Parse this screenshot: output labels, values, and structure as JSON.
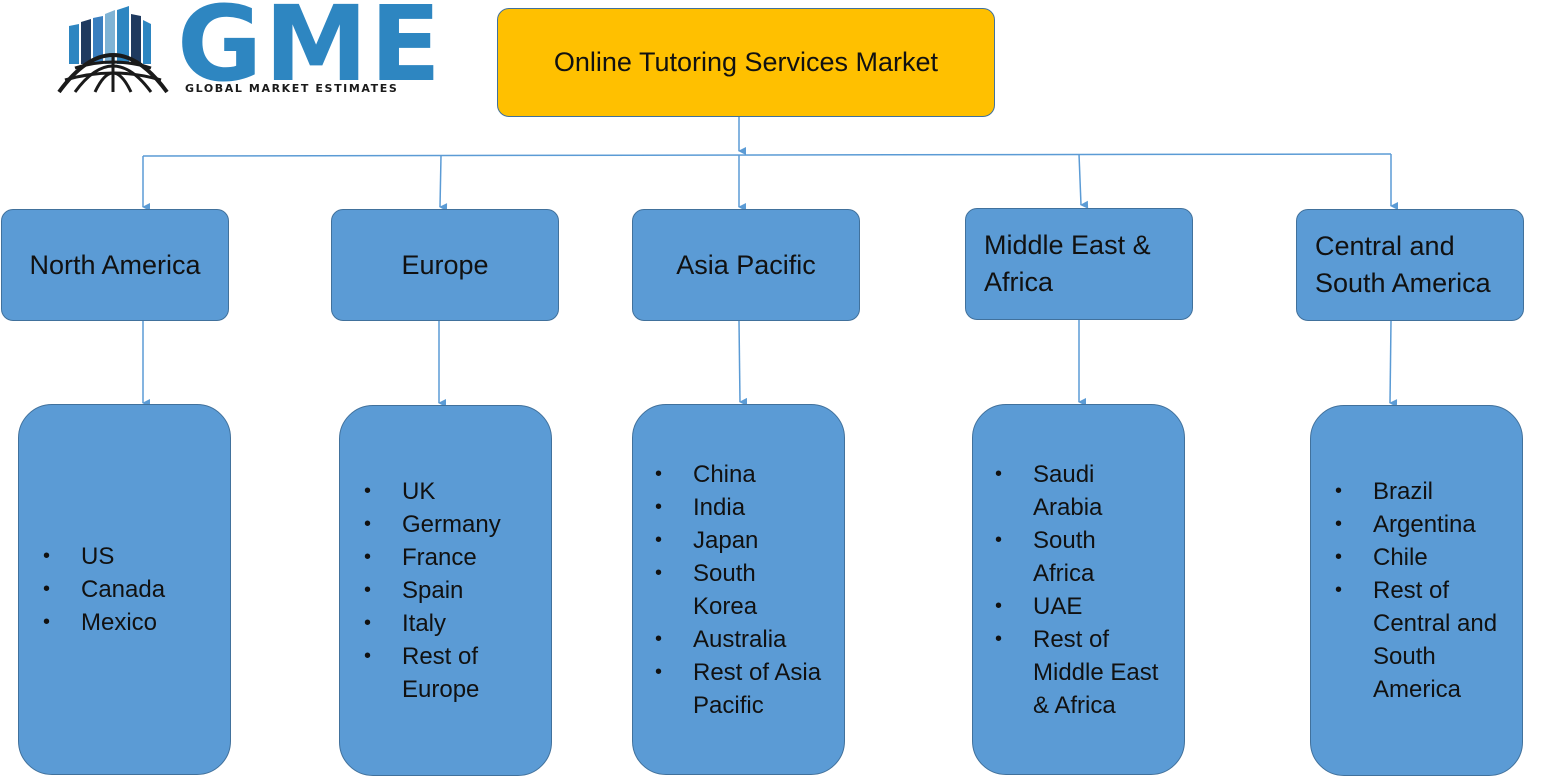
{
  "logo": {
    "letters": "GME",
    "tagline": "GLOBAL MARKET ESTIMATES",
    "icon": "globe-with-bars-icon",
    "colors": {
      "brand_blue": "#2e86c1",
      "dark_navy": "#1f3a5f",
      "globe_black": "#1a1a1a"
    }
  },
  "title": "Online Tutoring Services Market",
  "colors": {
    "title_fill": "#ffc000",
    "box_fill": "#5b9bd5",
    "box_border": "#41719c",
    "connector": "#5b9bd5"
  },
  "regions": [
    {
      "label": "North America",
      "countries": [
        "US",
        "Canada",
        "Mexico"
      ]
    },
    {
      "label": "Europe",
      "countries": [
        "UK",
        "Germany",
        "France",
        "Spain",
        "Italy",
        "Rest of Europe"
      ]
    },
    {
      "label": "Asia Pacific",
      "countries": [
        "China",
        "India",
        "Japan",
        "South Korea",
        "Australia",
        "Rest of Asia Pacific"
      ]
    },
    {
      "label": "Middle East & Africa",
      "countries": [
        "Saudi Arabia",
        "South Africa",
        "UAE",
        "Rest of Middle East & Africa"
      ]
    },
    {
      "label": "Central and South America",
      "countries": [
        "Brazil",
        "Argentina",
        "Chile",
        "Rest of Central and South America"
      ]
    }
  ]
}
